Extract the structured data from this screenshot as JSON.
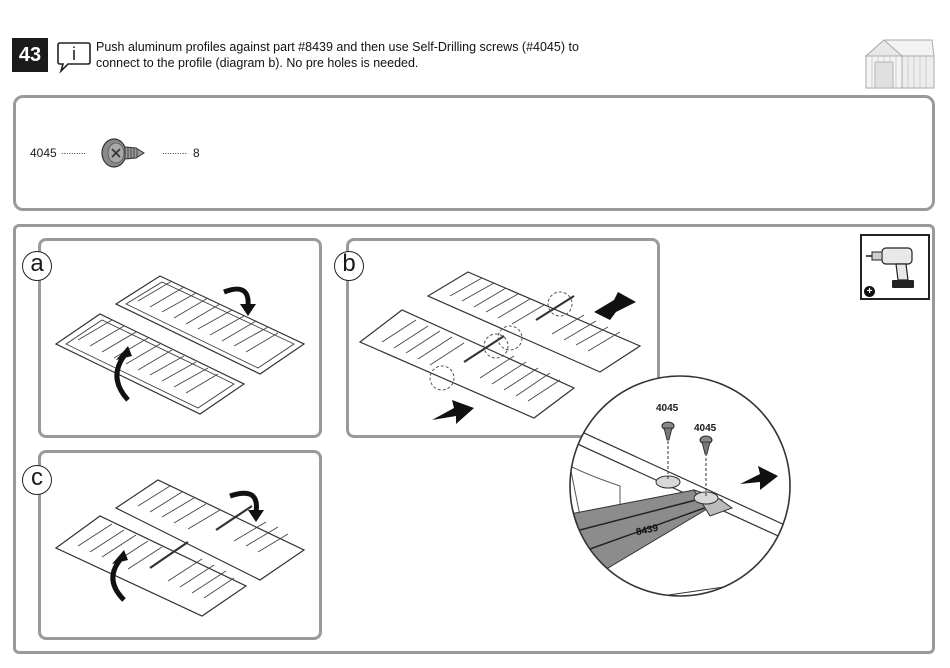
{
  "step": {
    "number": "43"
  },
  "instruction": {
    "line1": "Push aluminum profiles against part #8439 and then use Self-Drilling screws (#4045) to",
    "line2": "connect to the profile (diagram b). No pre holes is needed."
  },
  "parts": [
    {
      "id": "4045",
      "quantity": "8",
      "icon": "self-drilling-screw-icon"
    }
  ],
  "diagrams": {
    "a": {
      "letter": "a"
    },
    "b": {
      "letter": "b"
    },
    "c": {
      "letter": "c"
    }
  },
  "callout": {
    "screw_label_1": "4045",
    "screw_label_2": "4045",
    "profile_label": "8439"
  },
  "tool": {
    "icon": "power-drill-icon",
    "badge": "+"
  },
  "colors": {
    "panel_border": "#9a9a9a",
    "profile_fill": "#8c8c8c",
    "badge_bg": "#1b1b1b"
  }
}
